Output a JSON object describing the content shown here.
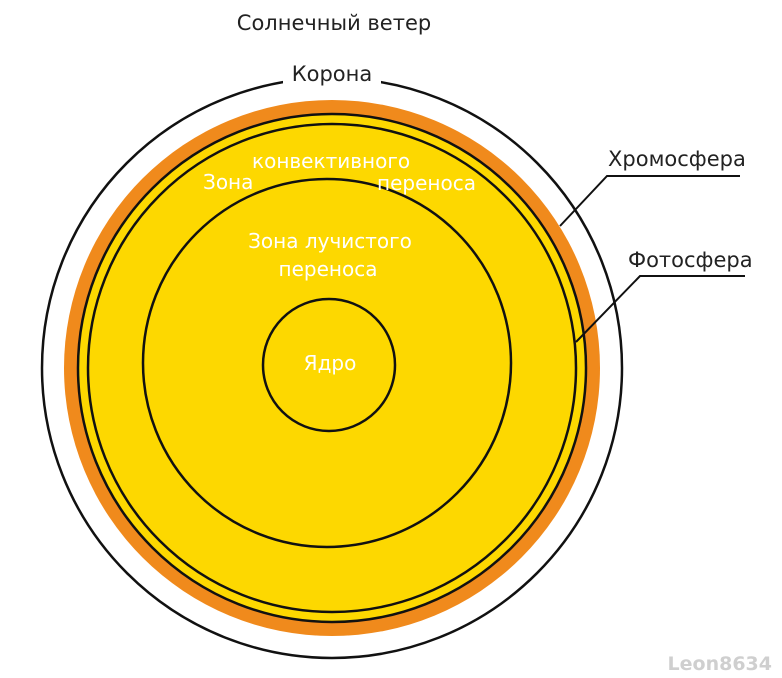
{
  "labels": {
    "solar_wind": "Солнечный ветер",
    "corona": "Корона",
    "chromosphere": "Хромосфера",
    "photosphere": "Фотосфера",
    "convective_zone_line1": "Зона",
    "convective_zone_line2": "конвективного",
    "convective_zone_line3": "переноса",
    "radiative_zone_line1": "Зона лучистого",
    "radiative_zone_line2": "переноса",
    "core": "Ядро"
  },
  "watermark": "Leon8634",
  "colors": {
    "sun_fill": "#fdd800",
    "chromosphere_ring": "#f08a1c",
    "outline": "#111111",
    "inner_text": "#ffffff",
    "label_text": "#222222"
  }
}
